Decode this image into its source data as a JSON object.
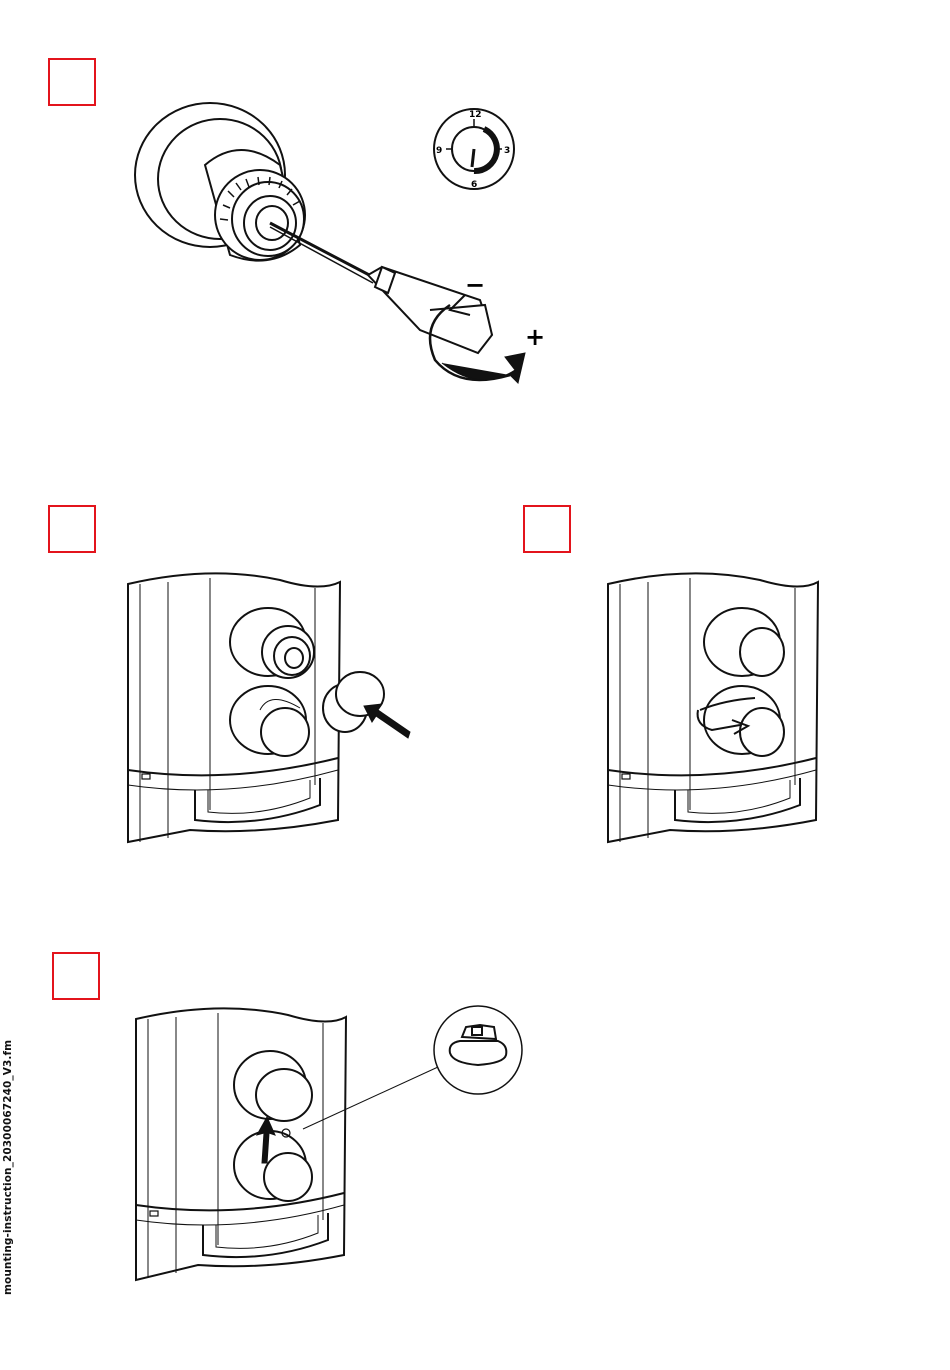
{
  "document": {
    "footer_filename": "mounting-instruction_20300067240_V3.fm",
    "steps": [
      {
        "box_color": "#e3141c"
      },
      {
        "box_color": "#e3141c"
      },
      {
        "box_color": "#e3141c"
      },
      {
        "box_color": "#e3141c"
      }
    ],
    "dial": {
      "n12": "12",
      "n3": "3",
      "n6": "6",
      "n9": "9"
    },
    "direction": {
      "minus": "−",
      "plus": "+"
    }
  }
}
